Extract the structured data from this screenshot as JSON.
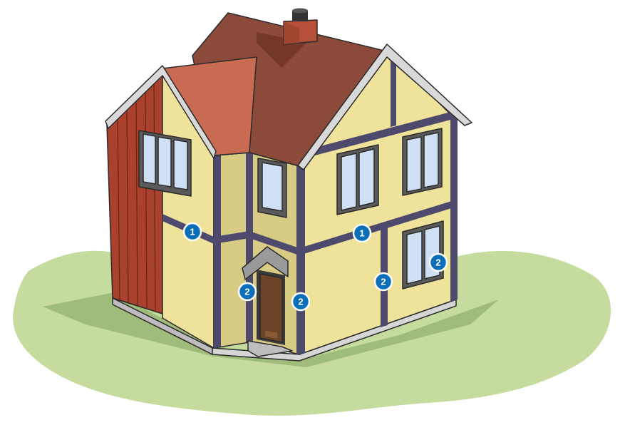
{
  "colors": {
    "grass": "#c5dc9e",
    "roof_main": "#8c4a3b",
    "roof_gable": "#c96a52",
    "wall": "#efe29a",
    "timber": "#4e4a6e",
    "cladding": "#a9412c",
    "marker": "#0a6fb8"
  },
  "markers": [
    {
      "label": "1",
      "target": "horizontal-beam"
    },
    {
      "label": "1",
      "target": "horizontal-beam"
    },
    {
      "label": "2",
      "target": "vertical-post"
    },
    {
      "label": "2",
      "target": "vertical-post"
    },
    {
      "label": "2",
      "target": "vertical-post"
    },
    {
      "label": "2",
      "target": "window-frame"
    }
  ]
}
